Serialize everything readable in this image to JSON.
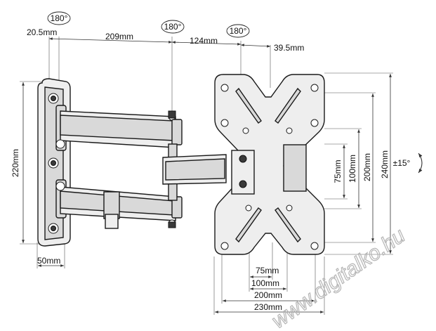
{
  "rotation": {
    "left_joint": "180°",
    "middle_joint": "180°",
    "plate_joint": "180°",
    "tilt": "±15°"
  },
  "dimensions": {
    "wall_offset": "20.5mm",
    "arm_1": "209mm",
    "arm_2": "124mm",
    "plate_depth": "39.5mm",
    "wall_plate_height": "220mm",
    "wall_plate_width": "50mm",
    "vesa_v_75": "75mm",
    "vesa_v_100": "100mm",
    "vesa_v_200": "200mm",
    "plate_height": "240mm",
    "vesa_h_75": "75mm",
    "vesa_h_100": "100mm",
    "vesa_h_200": "200mm",
    "plate_width": "230mm"
  },
  "watermark": "www.digitalko.hu"
}
